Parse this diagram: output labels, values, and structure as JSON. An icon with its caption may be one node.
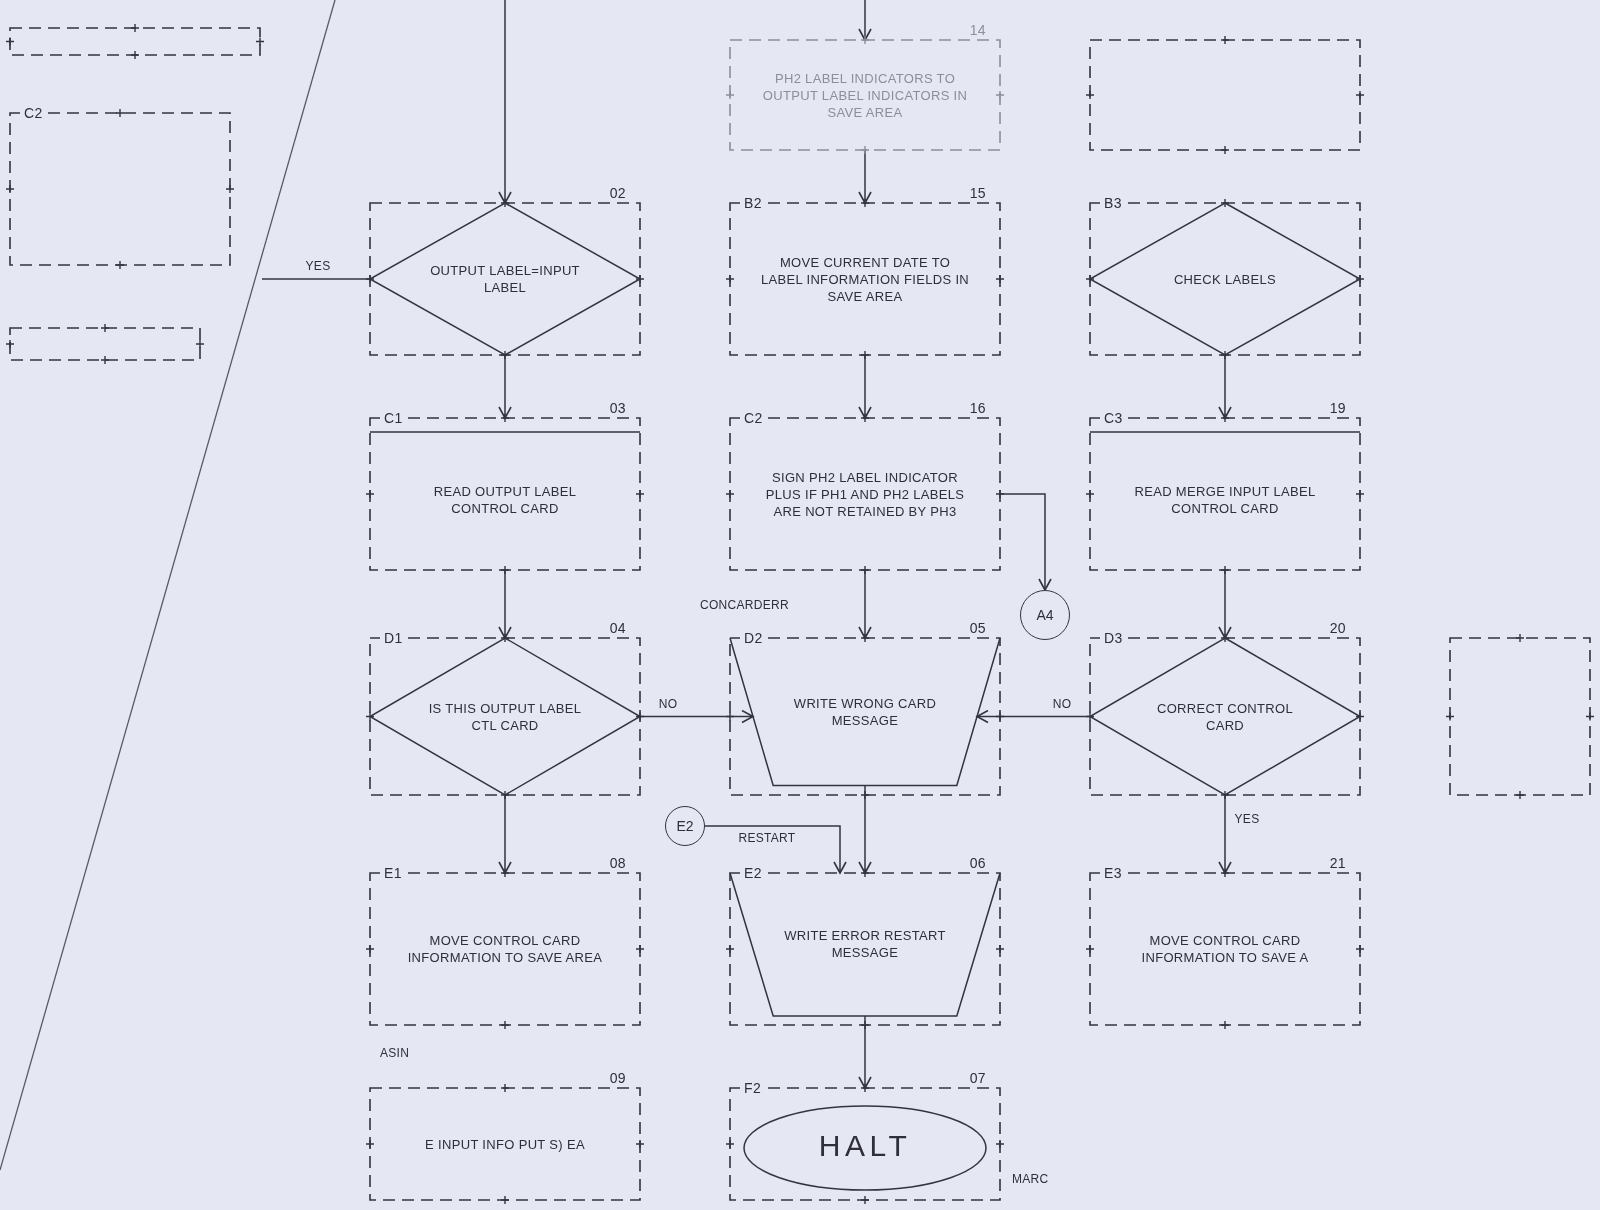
{
  "diagram": {
    "nodes": [
      {
        "text": [],
        "shape": "box"
      },
      {
        "text": [
          "14",
          "PH2 LABEL INDICATORS TO OUTPUT LABEL INDICATORS IN SAVE AREA"
        ]
      },
      {
        "text": [],
        "shape": "box"
      },
      {
        "text": [
          "C2"
        ]
      },
      {
        "text": [
          "02",
          "OUTPUT LABEL=INPUT LABEL"
        ]
      },
      {
        "text": [
          "B2",
          "15",
          "MOVE CURRENT DATE TO LABEL INFORMATION FIELDS IN SAVE AREA"
        ]
      },
      {
        "text": [
          "B3",
          "CHECK LABELS"
        ]
      },
      {
        "text": [],
        "shape": "box"
      },
      {
        "text": [
          "C1",
          "03",
          "READ OUTPUT LABEL CONTROL CARD"
        ]
      },
      {
        "text": [
          "C2",
          "16",
          "SIGN PH2 LABEL INDICATOR PLUS IF PH1 AND PH2 LABELS ARE NOT RETAINED BY PH3"
        ]
      },
      {
        "text": [
          "C3",
          "19",
          "READ MERGE INPUT LABEL CONTROL CARD"
        ]
      },
      {
        "text": [
          "A4"
        ]
      },
      {
        "text": [
          "D1",
          "04",
          "IS THIS OUTPUT LABEL CTL CARD"
        ]
      },
      {
        "text": [
          "D2",
          "05",
          "WRITE WRONG CARD MESSAGE"
        ],
        "beside": [
          "CONCARDERR"
        ]
      },
      {
        "text": [
          "D3",
          "20",
          "CORRECT CONTROL CARD"
        ]
      },
      {
        "text": [],
        "shape": "box"
      },
      {
        "text": [
          "E2"
        ]
      },
      {
        "text": [
          "E1",
          "08",
          "MOVE CONTROL CARD INFORMATION TO SAVE AREA"
        ]
      },
      {
        "text": [
          "E2",
          "06",
          "WRITE ERROR RESTART MESSAGE"
        ]
      },
      {
        "text": [
          "E3",
          "21",
          "MOVE CONTROL CARD INFORMATION TO SAVE A"
        ]
      },
      {
        "text": [
          "09",
          "E INPUT INFO PUT S) EA"
        ],
        "beside": [
          "ASIN"
        ]
      },
      {
        "text": [
          "F2",
          "07",
          "HALT"
        ]
      }
    ],
    "edges": [
      {
        "from": null,
        "to": 4,
        "arrow": "to"
      },
      {
        "from": 4,
        "to": null,
        "arrow": "none",
        "label": "YES"
      },
      {
        "from": 4,
        "to": 8,
        "arrow": "to"
      },
      {
        "from": 8,
        "to": 12,
        "arrow": "to"
      },
      {
        "from": 12,
        "to": 17,
        "arrow": "to"
      },
      {
        "from": 12,
        "to": 13,
        "arrow": "to",
        "label": "NO"
      },
      {
        "from": null,
        "to": 1,
        "arrow": "to"
      },
      {
        "from": 1,
        "to": 5,
        "arrow": "to"
      },
      {
        "from": 5,
        "to": 9,
        "arrow": "to"
      },
      {
        "from": 9,
        "to": 13,
        "arrow": "to"
      },
      {
        "from": 9,
        "to": 11,
        "arrow": "to"
      },
      {
        "from": 16,
        "to": 18,
        "arrow": "to",
        "label": "RESTART"
      },
      {
        "from": 13,
        "to": 18,
        "arrow": "to"
      },
      {
        "from": 18,
        "to": 21,
        "arrow": "to"
      },
      {
        "from": 6,
        "to": 10,
        "arrow": "to"
      },
      {
        "from": 10,
        "to": 14,
        "arrow": "to"
      },
      {
        "from": 14,
        "to": 13,
        "arrow": "to",
        "label": "NO"
      },
      {
        "from": 14,
        "to": 19,
        "arrow": "to",
        "label": "YES"
      }
    ],
    "labels": [
      "MARC"
    ]
  }
}
